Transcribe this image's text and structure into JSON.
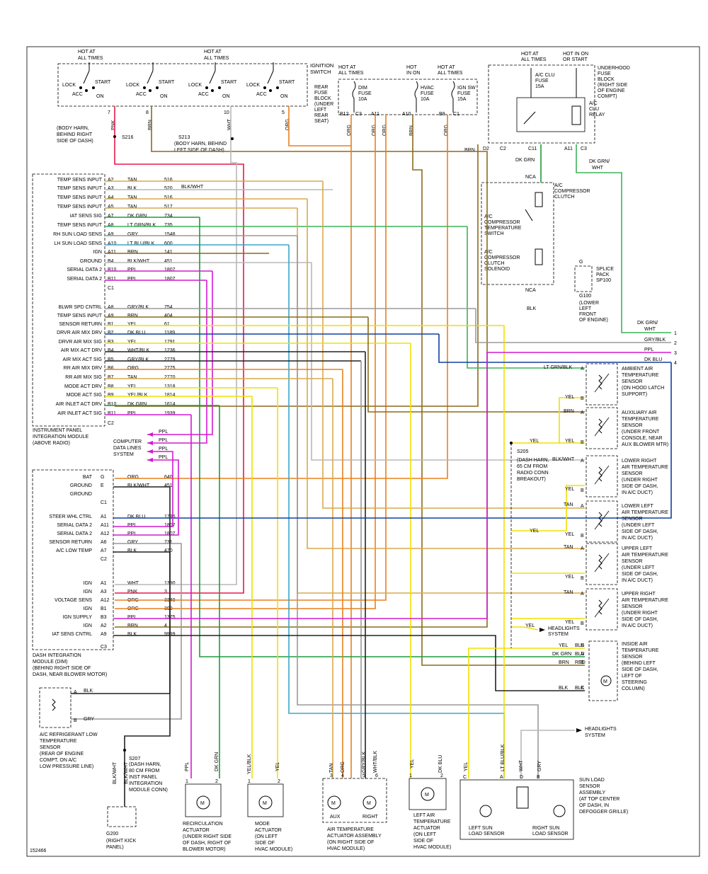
{
  "figure_id": "152466",
  "ignition_switch": {
    "title": [
      "IGNITION",
      "SWITCH"
    ],
    "hot_at_all_times": [
      "HOT AT",
      "ALL TIMES"
    ],
    "positions": [
      "LOCK",
      "ACC",
      "START",
      "ON"
    ],
    "pins": [
      "7",
      "8",
      "10",
      "5"
    ],
    "wires": [
      "PNK",
      "BRN",
      "WHT",
      "ORG"
    ]
  },
  "splices": {
    "s216": "S216",
    "s216_note": [
      "(BODY HARN,",
      "BEHIND RIGHT",
      "SIDE OF DASH)"
    ],
    "s213": "S213",
    "s213_note": [
      "(BODY HARN, BEHIND",
      "LEFT SIDE OF DASH)"
    ],
    "s205": "S205",
    "s205_note": [
      "(DASH HARN,",
      "65 CM FROM",
      "RADIO CONN",
      "BREAKOUT)"
    ],
    "s207": "S207",
    "s207_note": [
      "(DASH HARN,",
      "80 CM FROM",
      "INST PANEL",
      "INTEGRATION",
      "MODULE CONN)"
    ],
    "g200": "G200",
    "g200_note": [
      "(RIGHT KICK",
      "PANEL)"
    ]
  },
  "rear_fuse_block": {
    "title": [
      "REAR",
      "FUSE",
      "BLOCK",
      "(UNDER",
      "LEFT",
      "REAR",
      "SEAT)"
    ],
    "hot_labels": [
      [
        "HOT AT",
        "ALL TIMES"
      ],
      [
        "HOT",
        "IN ON"
      ],
      [
        "HOT AT",
        "ALL TIMES"
      ]
    ],
    "fuses": [
      [
        "DIM",
        "FUSE",
        "10A"
      ],
      [
        "HVAC",
        "FUSE",
        "10A"
      ],
      [
        "IGN SW",
        "FUSE",
        "15A"
      ]
    ],
    "pins": [
      "B12",
      "C3",
      "A11",
      "A10",
      "B9",
      "C1"
    ],
    "wires": [
      "ORG",
      "ORG",
      "ORG",
      "BRN",
      "ORG"
    ]
  },
  "underhood_fuse_block": {
    "title": [
      "UNDERHOOD",
      "FUSE",
      "BLOCK",
      "(RIGHT SIDE",
      "OF ENGINE",
      "COMPT)"
    ],
    "hot_labels": [
      [
        "HOT AT",
        "ALL TIMES"
      ],
      [
        "HOT IN ON",
        "OR START"
      ]
    ],
    "fuse": [
      "A/C CLU",
      "FUSE",
      "15A"
    ],
    "relay": [
      "A/C",
      "CLU",
      "RELAY"
    ],
    "pins": [
      "D2",
      "C2",
      "C11",
      "A11",
      "C3"
    ],
    "wires": [
      "BRN",
      "DK GRN",
      "DK GRN/",
      "WHT"
    ]
  },
  "compressor": {
    "nca": "NCA",
    "clutch": [
      "A/C",
      "COMPRESSOR",
      "CLUTCH"
    ],
    "temp_switch": [
      "A/C",
      "COMPRESSOR",
      "TEMPERATURE",
      "SWITCH"
    ],
    "solenoid": [
      "A/C",
      "COMPRESSOR",
      "CLUTCH",
      "SOLENOID"
    ],
    "nca2": "NCA",
    "wire": "BLK",
    "splice_pack": [
      "SPLICE",
      "PACK",
      "SP100"
    ],
    "g100": "G100",
    "g100_note": [
      "(LOWER",
      "LEFT",
      "FRONT",
      "OF ENGINE)"
    ],
    "g_label": "G"
  },
  "ipim": {
    "title": [
      "INSTRUMENT PANEL",
      "INTEGRATION MODULE",
      "(ABOVE RADIO)"
    ],
    "c1": "C1",
    "c2": "C2",
    "rows_c1": [
      {
        "label": "TEMP SENS INPUT",
        "pin": "A2",
        "wire": "TAN",
        "circuit": "516"
      },
      {
        "label": "TEMP SENS INPUT",
        "pin": "A3",
        "wire": "BLK",
        "circuit": "520"
      },
      {
        "label": "TEMP SENS INPUT",
        "pin": "A4",
        "wire": "TAN",
        "circuit": "516"
      },
      {
        "label": "TEMP SENS INPUT",
        "pin": "A5",
        "wire": "TAN",
        "circuit": "517"
      },
      {
        "label": "IAT SENS SIG",
        "pin": "A7",
        "wire": "DK GRN",
        "circuit": "734"
      },
      {
        "label": "TEMP SENS INPUT",
        "pin": "A8",
        "wire": "LT GRN/BLK",
        "circuit": "735"
      },
      {
        "label": "RH SUN LOAD SENS",
        "pin": "A9",
        "wire": "GRY",
        "circuit": "1548"
      },
      {
        "label": "LH SUN LOAD SENS",
        "pin": "A10",
        "wire": "LT BLU/BLK",
        "circuit": "600"
      },
      {
        "label": "IGN",
        "pin": "A11",
        "wire": "BRN",
        "circuit": "141"
      },
      {
        "label": "GROUND",
        "pin": "B4",
        "wire": "BLK/WHT",
        "circuit": "451"
      },
      {
        "label": "SERIAL DATA 2",
        "pin": "B10",
        "wire": "PPL",
        "circuit": "1807"
      },
      {
        "label": "SERIAL DATA 2",
        "pin": "B11",
        "wire": "PPL",
        "circuit": "1807"
      }
    ],
    "rows_c2": [
      {
        "label": "BLWR SPD CNTRL",
        "pin": "A8",
        "wire": "GRY/BLK",
        "circuit": "754"
      },
      {
        "label": "TEMP SENS INPUT",
        "pin": "A9",
        "wire": "BRN",
        "circuit": "404"
      },
      {
        "label": "SENSOR RETURN",
        "pin": "B1",
        "wire": "YEL",
        "circuit": "61"
      },
      {
        "label": "DRVR AIR MIX DRV",
        "pin": "B2",
        "wire": "DK BLU",
        "circuit": "1189"
      },
      {
        "label": "DRVR AIR MIX SIG",
        "pin": "B3",
        "wire": "YEL",
        "circuit": "1791"
      },
      {
        "label": "AIR MIX ACT DRV",
        "pin": "B4",
        "wire": "WHT/BLK",
        "circuit": "1236"
      },
      {
        "label": "AIR MIX ACT SIG",
        "pin": "B5",
        "wire": "GRY/BLK",
        "circuit": "2779"
      },
      {
        "label": "RR AIR MIX DRV",
        "pin": "B6",
        "wire": "ORG",
        "circuit": "2775"
      },
      {
        "label": "RR AIR MIX SIG",
        "pin": "B7",
        "wire": "TAN",
        "circuit": "2770"
      },
      {
        "label": "MODE ACT DRV",
        "pin": "B8",
        "wire": "YEL",
        "circuit": "1318"
      },
      {
        "label": "MODE ACT SIG",
        "pin": "B9",
        "wire": "YEL/BLK",
        "circuit": "1814"
      },
      {
        "label": "AIR INLET ACT DRV",
        "pin": "B10",
        "wire": "DK GRN",
        "circuit": "1614"
      },
      {
        "label": "AIR INLET ACT SIG",
        "pin": "B11",
        "wire": "PPL",
        "circuit": "1939"
      }
    ],
    "blkwht_label": "BLK/WHT"
  },
  "computer_data": {
    "label": [
      "COMPUTER",
      "DATA LINES",
      "SYSTEM"
    ],
    "wires": [
      "PPL",
      "PPL",
      "PPL",
      "PPL"
    ]
  },
  "dim": {
    "title": [
      "DASH INTEGRATION",
      "MODULE (DIM)",
      "(BEHIND RIGHT SIDE OF",
      "DASH, NEAR BLOWER MOTOR)"
    ],
    "c1": "C1",
    "c2": "C2",
    "c3": "C3",
    "rows_c1": [
      {
        "label": "BAT",
        "pin": "G",
        "wire": "ORG",
        "circuit": "640"
      },
      {
        "label": "GROUND",
        "pin": "E",
        "wire": "BLK/WHT",
        "circuit": "451"
      }
    ],
    "rows_c2": [
      {
        "label": "STEER WHL CTRL",
        "pin": "A1",
        "wire": "DK BLU",
        "circuit": "1796"
      },
      {
        "label": "SERIAL DATA 2",
        "pin": "A11",
        "wire": "PPL",
        "circuit": "1807"
      },
      {
        "label": "SERIAL DATA 2",
        "pin": "A12",
        "wire": "PPL",
        "circuit": "1807"
      },
      {
        "label": "SENSOR RETURN",
        "pin": "A6",
        "wire": "GRY",
        "circuit": "731"
      },
      {
        "label": "A/C LOW TEMP",
        "pin": "A7",
        "wire": "BLK",
        "circuit": "470"
      }
    ],
    "rows_c3": [
      {
        "label": "IGN",
        "pin": "A1",
        "wire": "WHT",
        "circuit": "1390"
      },
      {
        "label": "IGN",
        "pin": "A3",
        "wire": "PNK",
        "circuit": "3"
      },
      {
        "label": "VOLTAGE SENS",
        "pin": "A12",
        "wire": "ORG",
        "circuit": "3340"
      },
      {
        "label": "IGN",
        "pin": "B1",
        "wire": "ORG",
        "circuit": "300"
      },
      {
        "label": "IGN SUPPLY",
        "pin": "B3",
        "wire": "PPL",
        "circuit": "1375"
      },
      {
        "label": "IGN",
        "pin": "A2",
        "wire": "BRN",
        "circuit": "4"
      },
      {
        "label": "IAT SENS CNTRL",
        "pin": "A9",
        "wire": "BLK",
        "circuit": "9999"
      }
    ]
  },
  "right_wires": [
    {
      "num": "1",
      "name": [
        "DK GRN/",
        "WHT"
      ]
    },
    {
      "num": "2",
      "name": [
        "GRY/BLK"
      ]
    },
    {
      "num": "3",
      "name": [
        "PPL"
      ]
    },
    {
      "num": "4",
      "name": [
        "DK BLU"
      ]
    }
  ],
  "sensors": [
    {
      "title": [
        "AMBIENT AIR",
        "TEMPERATURE",
        "SENSOR",
        "(ON HOOD LATCH",
        "SUPPORT)"
      ],
      "wA": "LT GRN/BLK",
      "wB": "YEL",
      "pA": "A",
      "pB": "B"
    },
    {
      "title": [
        "AUXILIARY AIR",
        "TEMPERATURE",
        "SENSOR",
        "(UNDER FRONT",
        "CONSOLE, NEAR",
        "AUX BLOWER MTR)"
      ],
      "wA": "BRN",
      "wB": "YEL",
      "pA": "A",
      "pB": "B"
    },
    {
      "title": [
        "LOWER RIGHT",
        "AIR TEMPERATURE",
        "SENSOR",
        "(UNDER RIGHT",
        "SIDE OF DASH,",
        "IN A/C DUCT)"
      ],
      "wA": "BLK/WHT",
      "wB": "YEL",
      "pA": "A",
      "pB": "B"
    },
    {
      "title": [
        "LOWER LEFT",
        "AIR TEMPERATURE",
        "SENSOR",
        "(UNDER LEFT",
        "SIDE OF DASH,",
        "IN A/C DUCT)"
      ],
      "wA": "TAN",
      "wB": "YEL",
      "pA": "A",
      "pB": "B"
    },
    {
      "title": [
        "UPPER LEFT",
        "AIR TEMPERATURE",
        "SENSOR",
        "(UNDER LEFT",
        "SIDE OF DASH,",
        "IN A/C DUCT)"
      ],
      "wA": "TAN",
      "wB": "YEL",
      "pA": "A",
      "pB": "B"
    },
    {
      "title": [
        "UPPER RIGHT",
        "AIR TEMPERATURE",
        "SENSOR",
        "(UNDER RIGHT",
        "SIDE OF DASH,",
        "IN A/C DUCT)"
      ],
      "wA": "TAN",
      "wB": "YEL",
      "pA": "A",
      "pB": "B"
    }
  ],
  "yel_left": "YEL",
  "headlights": [
    "HEADLIGHTS",
    "SYSTEM"
  ],
  "headlights2": [
    "HEADLIGHTS",
    "SYSTEM"
  ],
  "inside_sensor": {
    "title": [
      "INSIDE AIR",
      "TEMPERATURE",
      "SENSOR",
      "(BEHIND LEFT",
      "SIDE OF DASH,",
      "LEFT OF",
      "STEERING",
      "COLUMN)"
    ],
    "rows": [
      {
        "wire": "YEL",
        "pin": "D",
        "inner": "BLK"
      },
      {
        "wire": "DK GRN",
        "pin": "A",
        "inner": "BLU"
      },
      {
        "wire": "BRN",
        "pin": "B",
        "inner": "RED"
      },
      {
        "wire": "BLK",
        "pin": "C",
        "inner": "BLK"
      }
    ]
  },
  "lp_sensor": {
    "title": [
      "A/C REFRIGERANT LOW",
      "TEMPERATURE",
      "SENSOR",
      "(REAR OF ENGINE",
      "COMPT, ON A/C",
      "LOW PRESSURE LINE)"
    ],
    "pA": "A",
    "wA": "BLK",
    "pB": "B",
    "wB": "GRY"
  },
  "actuators": {
    "recirc": {
      "title": [
        "RECIRCULATION",
        "ACTUATOR",
        "(UNDER RIGHT SIDE",
        "OF DASH, RIGHT OF",
        "BLOWER MOTOR)"
      ],
      "wires": [
        "PPL",
        "DK GRN"
      ],
      "pins": [
        "1",
        "2"
      ]
    },
    "mode": {
      "title": [
        "MODE",
        "ACTUATOR",
        "(ON LEFT",
        "SIDE OF",
        "HVAC MODULE)"
      ],
      "wires": [
        "YEL/BLK",
        "YEL"
      ],
      "pins": [
        "1",
        "2"
      ]
    },
    "air_temp": {
      "title": [
        "AIR TEMPERATURE",
        "ACTUATOR ASSEMBLY",
        "(ON RIGHT SIDE OF",
        "HVAC MODULE)"
      ],
      "wires": [
        "TAN",
        "ORG",
        "GRY/BLK",
        "WHT/BLK"
      ],
      "pins": [
        "3",
        "4",
        "5",
        "6"
      ],
      "motors": [
        "AUX",
        "RIGHT"
      ]
    },
    "left_air_temp": {
      "title": [
        "LEFT AIR",
        "TEMPERATURE",
        "ACTUATOR",
        "(ON LEFT",
        "SIDE OF",
        "HVAC MODULE)"
      ],
      "wires": [
        "YEL",
        "DK BLU"
      ],
      "pins": [
        "1",
        "2"
      ]
    },
    "sun_load": {
      "title": [
        "SUN LOAD",
        "SENSOR",
        "ASSEMBLY",
        "(AT TOP CENTER",
        "OF DASH, IN",
        "DEFOGGER GRILLE)"
      ],
      "wires": [
        "YEL",
        "LT BLU/BLK",
        "WHT",
        "GRY"
      ],
      "pins": [
        "C",
        "A",
        "D",
        "B"
      ],
      "left": [
        "LEFT SUN",
        "LOAD SENSOR"
      ],
      "right": [
        "RIGHT SUN",
        "LOAD SENSOR"
      ]
    }
  },
  "s207_wires": [
    "BLK/WHT",
    "BLK/WHT"
  ],
  "colors": {
    "pnk": "#e8184a",
    "brn": "#8b6a1c",
    "wht": "#b8b8b8",
    "org": "#e8801c",
    "tan": "#d9a84e",
    "blk": "#222222",
    "dkgrn": "#1f9a3a",
    "ltgrn": "#3cb35a",
    "gry": "#9a9a9a",
    "ltblu": "#3aa7c9",
    "ppl": "#d21ad2",
    "yel": "#f0e000",
    "dkblu": "#123fa0"
  }
}
